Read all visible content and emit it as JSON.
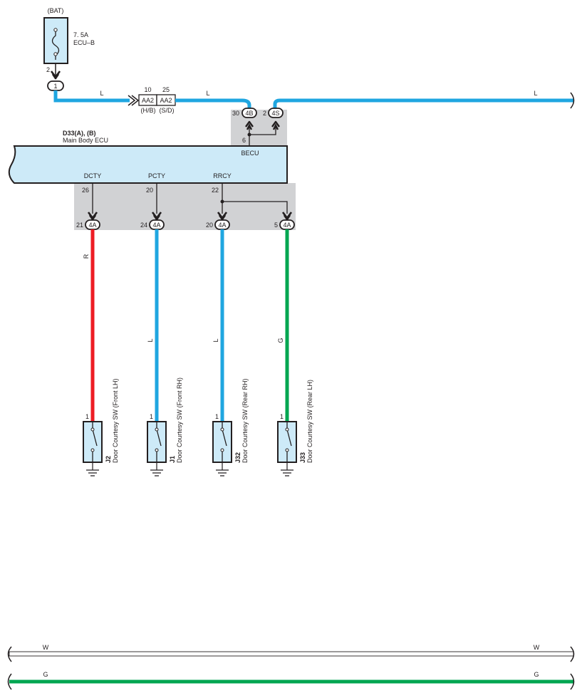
{
  "colors": {
    "wire_blue": "#1fa6e0",
    "wire_red": "#ed1c24",
    "wire_green": "#00a651",
    "component_fill": "#cdeaf8",
    "shade": "#d1d2d4",
    "ink": "#231f20"
  },
  "fuse": {
    "source": "(BAT)",
    "rating": "7. 5A",
    "name": "ECU–B",
    "pin": "2",
    "connector": "1"
  },
  "junction": {
    "pin_a": "10",
    "pin_b": "25",
    "conn_a": "AA2",
    "conn_b": "AA2",
    "sub_a": "(H/B)",
    "sub_b": "(S/D)"
  },
  "wire_colors": {
    "L": "L",
    "R": "R",
    "G": "G",
    "W": "W"
  },
  "ecu": {
    "id": "D33(A), (B)",
    "name": "Main Body ECU",
    "becu_label": "BECU",
    "becu_pin": "6",
    "top_left_pin": "30",
    "top_left_conn": "4B",
    "top_right_pin": "2",
    "top_right_conn": "4S",
    "terminals": [
      {
        "name": "DCTY",
        "pin": "26",
        "conn_pin": "21",
        "conn": "4A"
      },
      {
        "name": "PCTY",
        "pin": "20",
        "conn_pin": "24",
        "conn": "4A"
      },
      {
        "name": "RRCY",
        "pin": "22",
        "conn_pin": "20",
        "conn": "4A"
      },
      {
        "conn_pin": "5",
        "conn": "4A"
      }
    ]
  },
  "switches": [
    {
      "code": "J2",
      "label": "Door Courtesy SW (Front LH)",
      "pin": "1",
      "wire": "R"
    },
    {
      "code": "J1",
      "label": "Door Courtesy SW (Front RH)",
      "pin": "1",
      "wire": "L"
    },
    {
      "code": "J32",
      "label": "Door Courtesy SW (Rear RH)",
      "pin": "1",
      "wire": "L"
    },
    {
      "code": "J33",
      "label": "Door Courtesy SW (Rear LH)",
      "pin": "1",
      "wire": "G"
    }
  ],
  "bottom_wires": [
    {
      "label": "W"
    },
    {
      "label": "G"
    }
  ]
}
